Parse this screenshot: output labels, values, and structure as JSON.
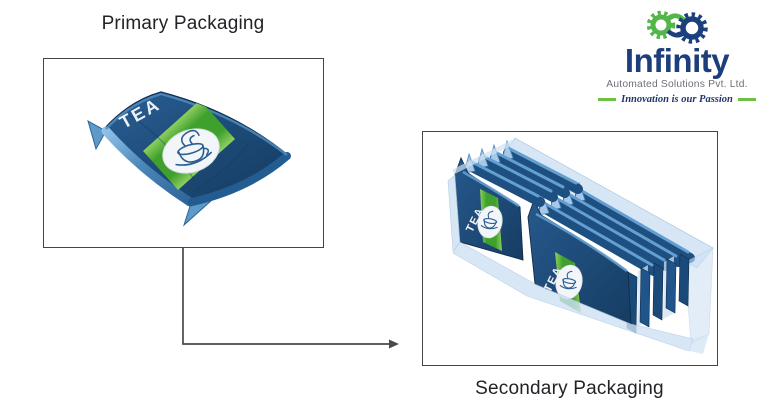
{
  "stages": {
    "primary": {
      "title": "Primary Packaging",
      "packet_label": "TEA"
    },
    "secondary": {
      "title": "Secondary Packaging",
      "packet_label": "TEA"
    }
  },
  "logo": {
    "brand": "Infinity",
    "subtitle": "Automated Solutions Pvt. Ltd.",
    "tagline": "Innovation is our Passion"
  },
  "icons": {
    "gears": "infinity-gears-icon",
    "connector": "elbow-arrow-icon",
    "teacup": "teacup-icon"
  },
  "colors": {
    "brand_navy": "#1d3e7c",
    "brand_green": "#53b649",
    "tagline_green": "#6fbf44",
    "packet_blue": "#1f4e79",
    "packet_highlight": "#7fb3dc",
    "band_green": "#3fa02e",
    "band_green_light": "#8ecf5f",
    "tray_blue": "#cfe2f4",
    "arrow_gray": "#4a4a4a",
    "title_text": "#222327"
  }
}
